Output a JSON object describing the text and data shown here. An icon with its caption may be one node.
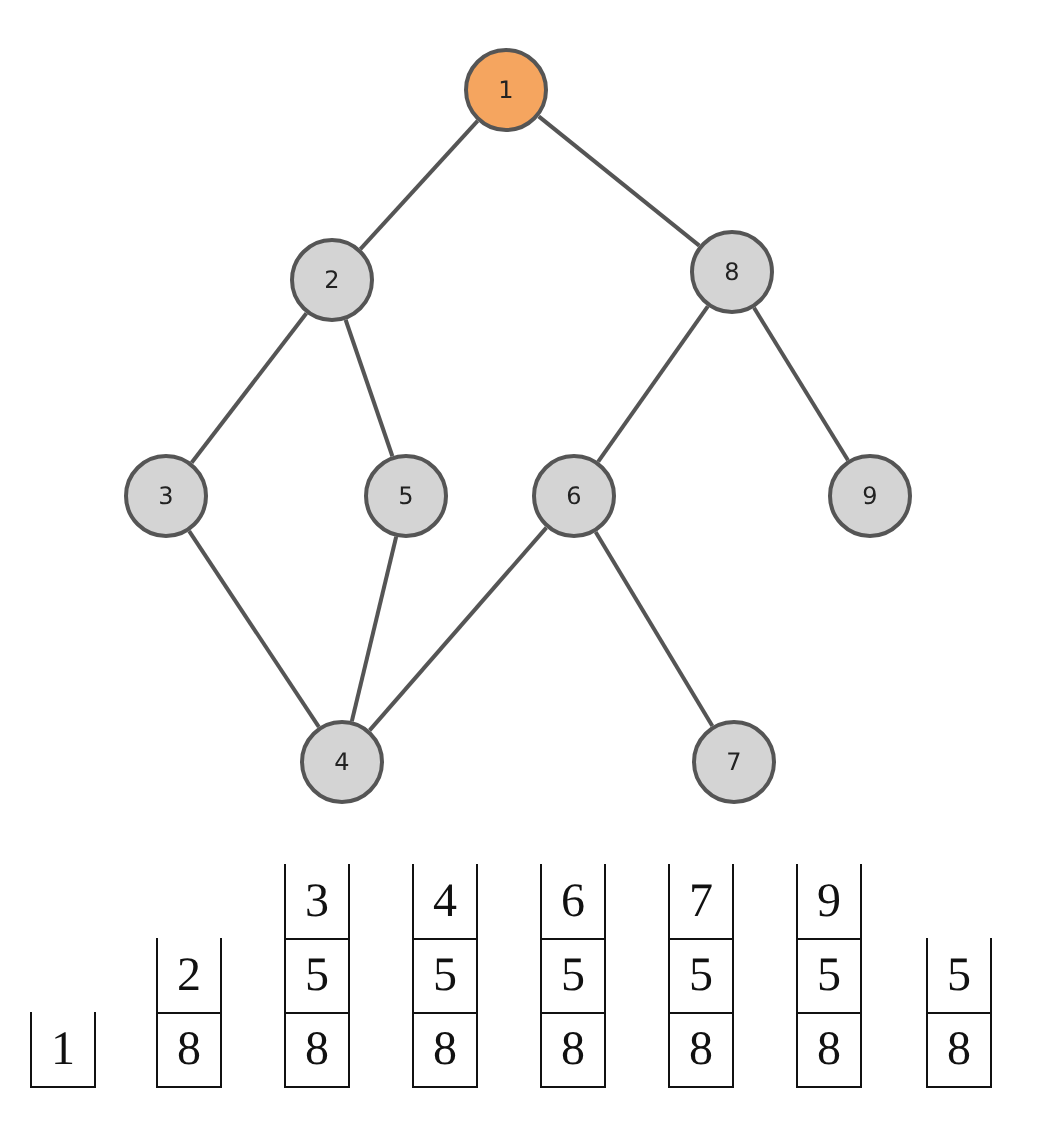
{
  "diagram": {
    "nodes": [
      {
        "text": [
          "1"
        ]
      },
      {
        "text": [
          "2"
        ]
      },
      {
        "text": [
          "8"
        ]
      },
      {
        "text": [
          "3"
        ]
      },
      {
        "text": [
          "5"
        ]
      },
      {
        "text": [
          "6"
        ]
      },
      {
        "text": [
          "9"
        ]
      },
      {
        "text": [
          "4"
        ]
      },
      {
        "text": [
          "7"
        ]
      },
      {
        "text": [
          "1"
        ]
      },
      {
        "text": [
          "2",
          "8"
        ]
      },
      {
        "text": [
          "3",
          "5",
          "8"
        ]
      },
      {
        "text": [
          "4",
          "5",
          "8"
        ]
      },
      {
        "text": [
          "6",
          "5",
          "8"
        ]
      },
      {
        "text": [
          "7",
          "5",
          "8"
        ]
      },
      {
        "text": [
          "9",
          "5",
          "8"
        ]
      },
      {
        "text": [
          "5",
          "8"
        ]
      }
    ],
    "edges": [
      {
        "from": 0,
        "to": 1,
        "arrow": "none"
      },
      {
        "from": 0,
        "to": 2,
        "arrow": "none"
      },
      {
        "from": 1,
        "to": 3,
        "arrow": "none"
      },
      {
        "from": 1,
        "to": 4,
        "arrow": "none"
      },
      {
        "from": 2,
        "to": 5,
        "arrow": "none"
      },
      {
        "from": 2,
        "to": 6,
        "arrow": "none"
      },
      {
        "from": 3,
        "to": 7,
        "arrow": "none"
      },
      {
        "from": 4,
        "to": 7,
        "arrow": "none"
      },
      {
        "from": 5,
        "to": 7,
        "arrow": "none"
      },
      {
        "from": 5,
        "to": 8,
        "arrow": "none"
      }
    ]
  }
}
